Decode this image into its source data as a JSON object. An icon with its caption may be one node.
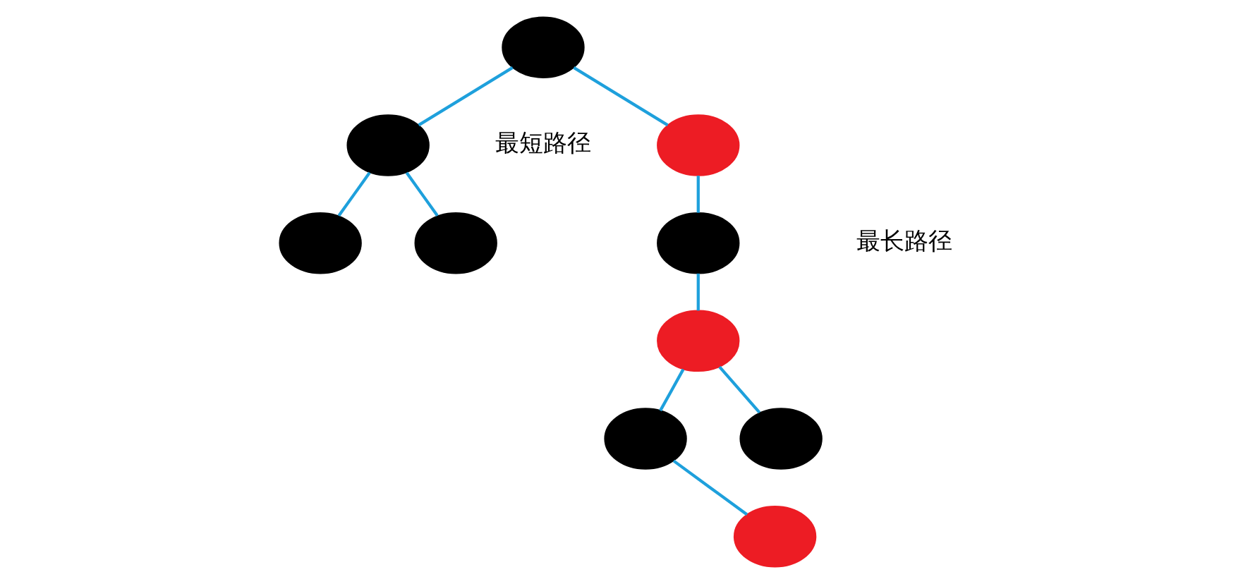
{
  "diagram": {
    "nodes": [
      {
        "text": [],
        "shape": "circle"
      },
      {
        "text": [],
        "shape": "circle"
      },
      {
        "text": [],
        "shape": "circle"
      },
      {
        "text": [],
        "shape": "circle"
      },
      {
        "text": [],
        "shape": "circle"
      },
      {
        "text": [],
        "shape": "circle"
      },
      {
        "text": [],
        "shape": "circle"
      },
      {
        "text": [],
        "shape": "circle"
      },
      {
        "text": [],
        "shape": "circle"
      },
      {
        "text": [],
        "shape": "circle"
      }
    ],
    "edges": [
      {
        "from": 0,
        "to": 1,
        "arrow": "none"
      },
      {
        "from": 0,
        "to": 2,
        "arrow": "none"
      },
      {
        "from": 1,
        "to": 3,
        "arrow": "none"
      },
      {
        "from": 1,
        "to": 4,
        "arrow": "none"
      },
      {
        "from": 2,
        "to": 5,
        "arrow": "none"
      },
      {
        "from": 5,
        "to": 6,
        "arrow": "none"
      },
      {
        "from": 6,
        "to": 7,
        "arrow": "none"
      },
      {
        "from": 6,
        "to": 8,
        "arrow": "none"
      },
      {
        "from": 8,
        "to": 9,
        "arrow": "none"
      }
    ],
    "labels": [
      "最短路径",
      "最长路径"
    ]
  }
}
